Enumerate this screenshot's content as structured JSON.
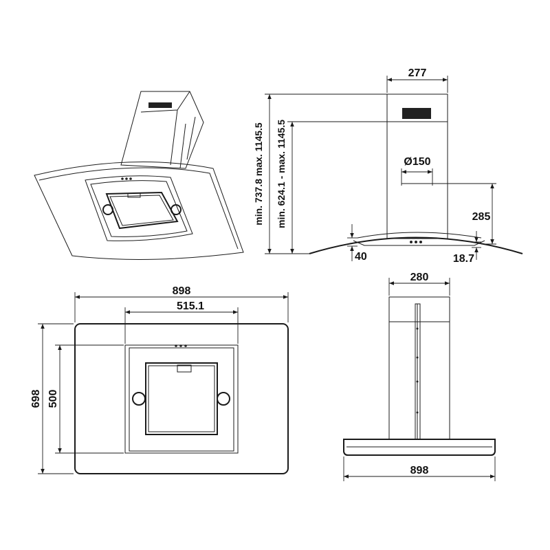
{
  "dimensions": {
    "top_width": "277",
    "height_max": "min. 737.8 max. 1145.5",
    "height_min": "min. 624.1 - max. 1145.5",
    "duct_diameter": "Ø150",
    "outlet_height": "285",
    "canopy_thickness": "40",
    "glass_offset": "18.7",
    "canopy_width_front": "898",
    "inner_width": "515.1",
    "total_depth": "698",
    "inner_depth": "500",
    "chimney_width": "280",
    "canopy_width_side": "898"
  }
}
